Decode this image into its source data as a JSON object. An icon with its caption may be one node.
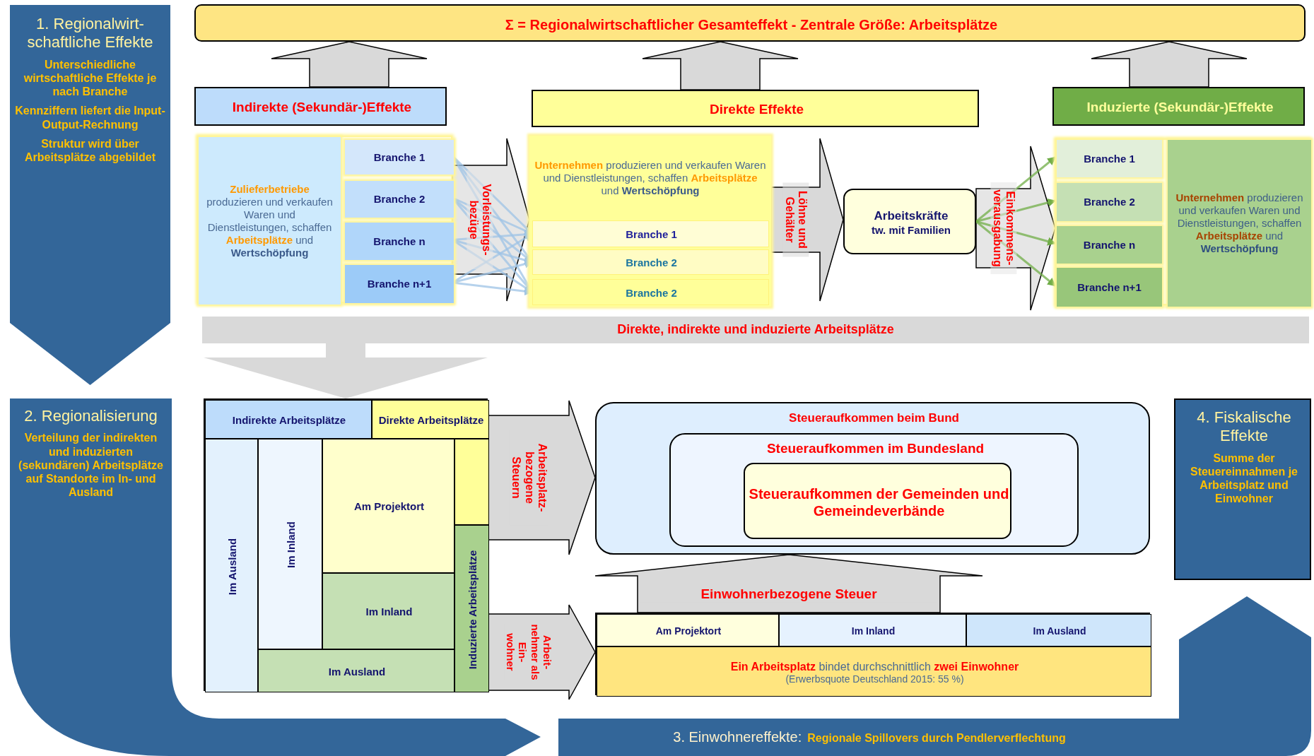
{
  "diagram": {
    "nodes": [
      {
        "text": [
          "Σ = Regionalwirtschaftlicher Gesamteffekt - Zentrale Größe: Arbeitsplätze"
        ]
      },
      {
        "text": [
          "1. Regionalwirt-schaftliche Effekte",
          "Unterschiedliche wirtschaftliche Effekte je nach Branche",
          "Kennziffern liefert die Input-Output-Rechnung",
          "Struktur wird über Arbeitsplätze abgebildet"
        ]
      },
      {
        "text": [
          "Indirekte (Sekundär-)Effekte"
        ]
      },
      {
        "text": [
          "Direkte Effekte"
        ]
      },
      {
        "text": [
          "Induzierte (Sekundär-)Effekte"
        ]
      },
      {
        "text": [],
        "shape": "box"
      },
      {
        "text": [
          "**Zulieferbetriebe** produzieren und verkaufen Waren und Dienstleistungen, schaffen **Arbeitsplätze** und **Wertschöpfung**"
        ],
        "in": 5
      },
      {
        "text": [
          "Branche 1"
        ],
        "in": 5
      },
      {
        "text": [
          "Branche 2"
        ],
        "in": 5
      },
      {
        "text": [
          "Branche n"
        ],
        "in": 5
      },
      {
        "text": [
          "Branche n+1"
        ],
        "in": 5
      },
      {
        "text": [
          "**Unternehmen** produzieren und verkaufen Waren und Dienstleistungen, schaffen **Arbeitsplätze** und **Wertschöpfung**"
        ]
      },
      {
        "text": [
          "Branche 1"
        ],
        "in": 11
      },
      {
        "text": [
          "Branche 2"
        ],
        "in": 11
      },
      {
        "text": [
          "Branche 2"
        ],
        "in": 11
      },
      {
        "text": [
          "Arbeitskräfte",
          "tw. mit Familien"
        ]
      },
      {
        "text": [],
        "shape": "box"
      },
      {
        "text": [
          "Branche 1"
        ],
        "in": 16
      },
      {
        "text": [
          "Branche 2"
        ],
        "in": 16
      },
      {
        "text": [
          "Branche n"
        ],
        "in": 16
      },
      {
        "text": [
          "Branche n+1"
        ],
        "in": 16
      },
      {
        "text": [
          "**Unternehmen** produzieren und verkaufen Waren und Dienstleistungen, schaffen **Arbeitsplätze** und **Wertschöpfung**"
        ],
        "in": 16
      },
      {
        "text": [
          "Direkte, indirekte und induzierte Arbeitsplätze"
        ]
      },
      {
        "text": [
          "2. Regionalisierung",
          "Verteilung der indirekten und induzierten (sekundären) Arbeitsplätze auf Standorte im In- und Ausland"
        ]
      },
      {
        "text": [],
        "shape": "box"
      },
      {
        "text": [
          "Indirekte Arbeitsplätze"
        ],
        "in": 24
      },
      {
        "text": [
          "Direkte Arbeitsplätze"
        ],
        "in": 24
      },
      {
        "text": [
          "Im Ausland"
        ],
        "in": 24
      },
      {
        "text": [
          "Im Inland"
        ],
        "in": 24
      },
      {
        "text": [
          "Am Projektort"
        ],
        "in": 24
      },
      {
        "text": [
          "Im Inland"
        ],
        "in": 24
      },
      {
        "text": [],
        "shape": "box",
        "in": 24
      },
      {
        "text": [
          "Induzierte Arbeitsplätze"
        ],
        "in": 24
      },
      {
        "text": [
          "Im Ausland"
        ],
        "in": 24
      },
      {
        "text": [
          "Steueraufkommen beim Bund"
        ]
      },
      {
        "text": [
          "Steueraufkommen im Bundesland"
        ],
        "in": 34
      },
      {
        "text": [
          "Steueraufkommen der Gemeinden und Gemeindeverbände"
        ],
        "in": 35
      },
      {
        "text": [
          "4. Fiskalische Effekte",
          "Summe der Steuereinnahmen je Arbeitsplatz und Einwohner"
        ]
      },
      {
        "text": [],
        "shape": "box"
      },
      {
        "text": [
          "Am Projektort"
        ],
        "in": 38
      },
      {
        "text": [
          "Im Inland"
        ],
        "in": 38
      },
      {
        "text": [
          "Im Ausland"
        ],
        "in": 38
      },
      {
        "text": [
          "**Ein Arbeitsplatz** bindet durchschnittlich **zwei Einwohner**",
          "(Erwerbsquote Deutschland 2015: 55 %)"
        ],
        "in": 38
      },
      {
        "text": [
          "3. Einwohnereffekte:",
          "Regionale Spillovers durch Pendlerverflechtung"
        ]
      }
    ],
    "edges": [
      {
        "from": 2,
        "to": 0,
        "arrow": "to",
        "style": "thick",
        "color": "#d9d9d9"
      },
      {
        "from": 3,
        "to": 0,
        "arrow": "to",
        "style": "thick",
        "color": "#d9d9d9"
      },
      {
        "from": 4,
        "to": 0,
        "arrow": "to",
        "style": "thick",
        "color": "#d9d9d9"
      },
      {
        "from": 7,
        "to": 12,
        "arrow": "to"
      },
      {
        "from": 7,
        "to": 13,
        "arrow": "to"
      },
      {
        "from": 7,
        "to": 14,
        "arrow": "to"
      },
      {
        "from": 8,
        "to": 12,
        "arrow": "to"
      },
      {
        "from": 8,
        "to": 13,
        "arrow": "to"
      },
      {
        "from": 8,
        "to": 14,
        "arrow": "to"
      },
      {
        "from": 9,
        "to": 12,
        "arrow": "to"
      },
      {
        "from": 9,
        "to": 13,
        "arrow": "to"
      },
      {
        "from": 9,
        "to": 14,
        "arrow": "to"
      },
      {
        "from": 10,
        "to": 12,
        "arrow": "to"
      },
      {
        "from": 10,
        "to": 13,
        "arrow": "to"
      },
      {
        "from": 10,
        "to": 14,
        "arrow": "to"
      },
      {
        "from": 15,
        "to": 17,
        "arrow": "to",
        "color": "#70ad47"
      },
      {
        "from": 15,
        "to": 18,
        "arrow": "to",
        "color": "#70ad47"
      },
      {
        "from": 15,
        "to": 19,
        "arrow": "to",
        "color": "#70ad47"
      },
      {
        "from": 15,
        "to": 20,
        "arrow": "to",
        "color": "#70ad47"
      },
      {
        "from": 22,
        "to": 24,
        "arrow": "to",
        "style": "thick",
        "color": "#d9d9d9"
      },
      {
        "from": 5,
        "to": 11,
        "arrow": "to",
        "label": "Vorleistungs-bezüge",
        "style": "thick",
        "color": "#e6e6e6"
      },
      {
        "from": 11,
        "to": 15,
        "arrow": "to",
        "label": "Löhne und Gehälter",
        "style": "thick",
        "color": "#d9d9d9"
      },
      {
        "from": 15,
        "to": 16,
        "arrow": "to",
        "label": "Einkommens-verausgabung",
        "style": "thick",
        "color": "#e6e6e6"
      },
      {
        "from": 24,
        "to": 34,
        "arrow": "to",
        "label": "Arbeitsplatz-bezogene Steuern",
        "style": "thick",
        "color": "#d9d9d9"
      },
      {
        "from": 24,
        "to": 38,
        "arrow": "to",
        "label": "Arbeit-nehmer als Ein-wohner",
        "style": "thick",
        "color": "#d9d9d9"
      },
      {
        "from": 38,
        "to": 34,
        "arrow": "to",
        "label": "Einwohnerbezogene Steuer",
        "style": "thick",
        "color": "#d9d9d9"
      }
    ]
  }
}
